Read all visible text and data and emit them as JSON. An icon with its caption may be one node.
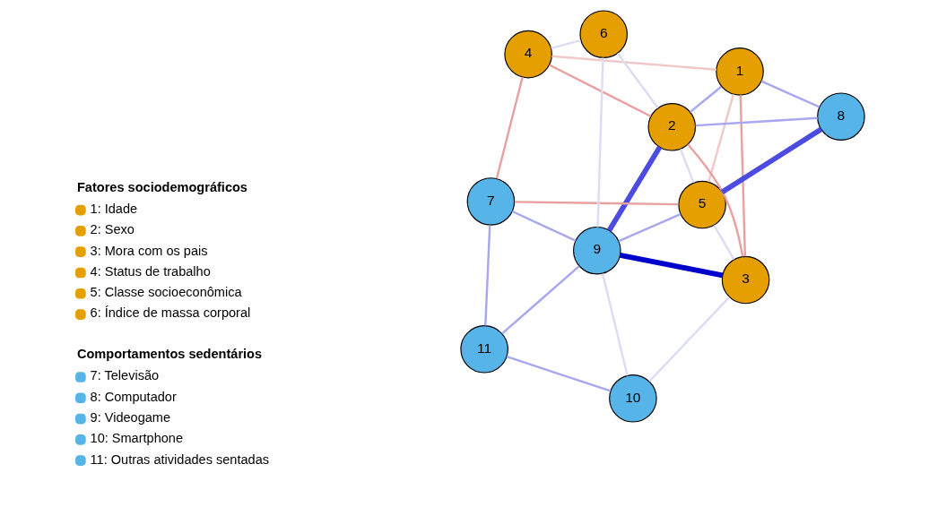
{
  "diagram": {
    "nodes": [
      {
        "text": [
          "1"
        ]
      },
      {
        "text": [
          "2"
        ]
      },
      {
        "text": [
          "3"
        ]
      },
      {
        "text": [
          "4"
        ]
      },
      {
        "text": [
          "5"
        ]
      },
      {
        "text": [
          "6"
        ]
      },
      {
        "text": [
          "7"
        ]
      },
      {
        "text": [
          "8"
        ]
      },
      {
        "text": [
          "9"
        ]
      },
      {
        "text": [
          "10"
        ]
      },
      {
        "text": [
          "11"
        ]
      }
    ],
    "edges": [
      {
        "from": 7,
        "to": 4,
        "arrow": "none",
        "style": "thick",
        "color": "#4c4ce0"
      },
      {
        "from": 0,
        "to": 7,
        "arrow": "none"
      },
      {
        "from": 0,
        "to": 4,
        "arrow": "none",
        "color": "#f0c8c8"
      },
      {
        "from": 0,
        "to": 2,
        "arrow": "none",
        "color": "#e8a0a0"
      },
      {
        "from": 0,
        "to": 1,
        "arrow": "none"
      },
      {
        "from": 0,
        "to": 3,
        "arrow": "none",
        "color": "#f0c8c8"
      },
      {
        "from": 7,
        "to": 1,
        "arrow": "none"
      },
      {
        "from": 2,
        "to": 8,
        "arrow": "none",
        "style": "thick",
        "color": "#0000cc"
      },
      {
        "from": 1,
        "to": 8,
        "arrow": "none",
        "style": "thick",
        "color": "#4c4ce0"
      },
      {
        "from": 1,
        "to": 2,
        "arrow": "none",
        "color": "#e8a0a0"
      },
      {
        "from": 1,
        "to": 3,
        "arrow": "none",
        "color": "#e8a0a0"
      },
      {
        "from": 4,
        "to": 8,
        "arrow": "none"
      },
      {
        "from": 4,
        "to": 6,
        "arrow": "none",
        "color": "#e8a0a0"
      },
      {
        "from": 4,
        "to": 1,
        "arrow": "none",
        "color": "#dcdcf5"
      },
      {
        "from": 4,
        "to": 2,
        "arrow": "none",
        "color": "#dcdcf5"
      },
      {
        "from": 8,
        "to": 6,
        "arrow": "none"
      },
      {
        "from": 6,
        "to": 3,
        "arrow": "none",
        "color": "#e8a0a0"
      },
      {
        "from": 6,
        "to": 10,
        "arrow": "none"
      },
      {
        "from": 8,
        "to": 10,
        "arrow": "none"
      },
      {
        "from": 8,
        "to": 9,
        "arrow": "none",
        "color": "#dcdcf5"
      },
      {
        "from": 10,
        "to": 9,
        "arrow": "none"
      },
      {
        "from": 5,
        "to": 1,
        "arrow": "none",
        "color": "#dcdcf5"
      },
      {
        "from": 5,
        "to": 8,
        "arrow": "none",
        "color": "#dcdcf5"
      },
      {
        "from": 5,
        "to": 3,
        "arrow": "none",
        "color": "#dcdcf5"
      },
      {
        "from": 2,
        "to": 9,
        "arrow": "none",
        "color": "#dcdcf5"
      }
    ],
    "labels": [
      "Fatores sociodemográficos",
      "Comportamentos sedentários"
    ],
    "legend": [
      {
        "text": "1: Idade",
        "color": "#e69f00"
      },
      {
        "text": "2: Sexo",
        "color": "#e69f00"
      },
      {
        "text": "3: Mora com os pais",
        "color": "#e69f00"
      },
      {
        "text": "4: Status de trabalho",
        "color": "#e69f00"
      },
      {
        "text": "5: Classe socioeconômica",
        "color": "#e69f00"
      },
      {
        "text": "6: Índice de massa corporal",
        "color": "#e69f00"
      },
      {
        "text": "7: Televisão",
        "color": "#56b4e9"
      },
      {
        "text": "8: Computador",
        "color": "#56b4e9"
      },
      {
        "text": "9: Videogame",
        "color": "#56b4e9"
      },
      {
        "text": "10: Smartphone",
        "color": "#56b4e9"
      },
      {
        "text": "11: Outras atividades sentadas",
        "color": "#56b4e9"
      }
    ]
  }
}
